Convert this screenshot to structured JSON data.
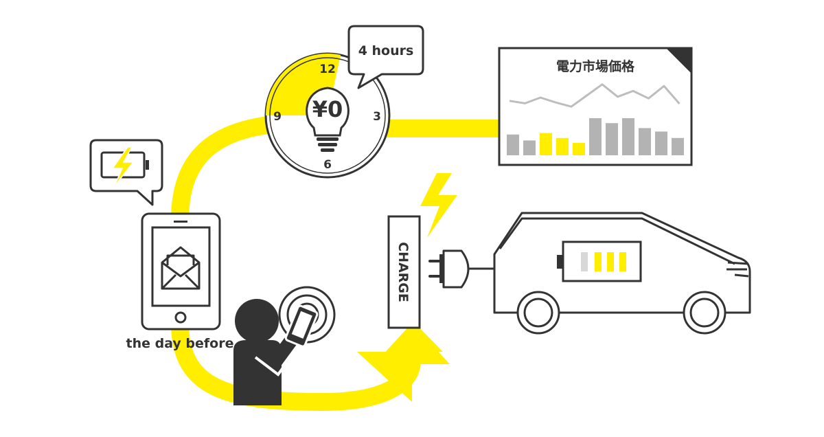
{
  "labels": {
    "timer_bubble": "4 hours",
    "price": "¥0",
    "clock_12": "12",
    "clock_3": "3",
    "clock_6": "6",
    "clock_9": "9",
    "chart_title": "電力市場価格",
    "charge": "CHARGE",
    "day_before": "the day before"
  },
  "colors": {
    "accent": "#FFEE00",
    "ink": "#333333",
    "gray": "#BDBDBD"
  },
  "icons": [
    "alarm-clock-icon",
    "light-bulb-icon",
    "battery-charging-icon",
    "smartphone-icon",
    "envelope-icon",
    "person-icon",
    "lightning-bolt-icon",
    "power-plug-icon",
    "electric-car-icon"
  ],
  "chart_data": {
    "type": "bar",
    "title": "電力市場価格",
    "values": [
      42,
      30,
      45,
      35,
      25,
      75,
      65,
      75,
      55,
      48,
      35
    ],
    "highlight": [
      false,
      false,
      true,
      true,
      true,
      false,
      false,
      false,
      false,
      false,
      false
    ],
    "line": [
      52,
      46,
      60,
      48,
      38,
      65,
      92,
      62,
      76,
      58,
      88,
      45
    ]
  }
}
